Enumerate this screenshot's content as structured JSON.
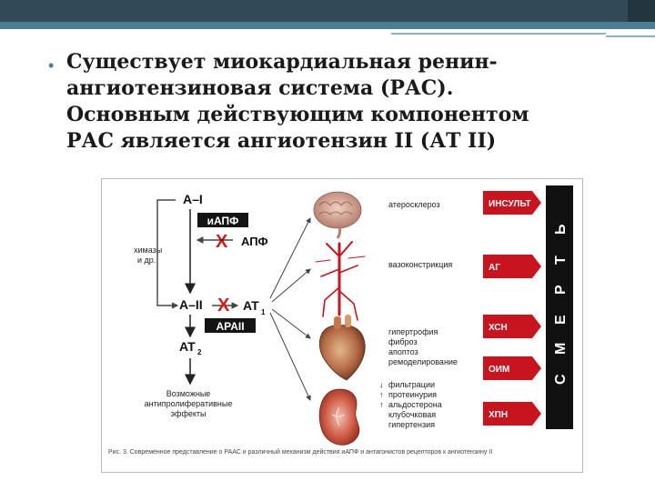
{
  "slide": {
    "bullet": "•",
    "lines": [
      "Существует миокардиальная ренин-",
      "ангиотензиновая система (РАС).",
      "Основным действующим компонентом",
      "РАС является ангиотензин II (АТ II)"
    ]
  },
  "figure": {
    "pathway": {
      "ai": "A–I",
      "iapf": "иАПФ",
      "x_mark": "X",
      "apf": "АПФ",
      "chymase": "химазы",
      "chymase2": "и др.",
      "aii": "A–II",
      "at1": "AT",
      "at1_sub": "1",
      "arall": "APAII",
      "at2": "AT",
      "at2_sub": "2",
      "effects": [
        "Возможные",
        "антипролиферативные",
        "эффекты"
      ]
    },
    "organs": [
      {
        "name": "brain",
        "effects": [
          "атеросклероз"
        ],
        "outcome": "ИНСУЛЬТ"
      },
      {
        "name": "vessels",
        "effects": [
          "вазоконстрикция"
        ],
        "outcome": "АГ"
      },
      {
        "name": "heart",
        "effects": [
          "гипертрофия",
          "фиброз",
          "апоптоз",
          "ремоделирование"
        ],
        "outcomes": [
          "ХСН",
          "ОИМ"
        ]
      },
      {
        "name": "kidney",
        "effects": [
          "фильтрации",
          "протеинурия",
          "альдостерона",
          "клубочковая",
          "гипертензия"
        ],
        "effect_arrows": [
          "↓",
          "↑",
          "↑"
        ],
        "outcome": "ХПН"
      }
    ],
    "death_letters": [
      "С",
      "М",
      "Е",
      "Р",
      "Т",
      "Ь"
    ],
    "caption": "Рис. 3. Современное представление о РААС и различный механизм действия иАПФ и антагонистов рецепторов к ангиотензину II",
    "colors": {
      "arrow_box": "#c8141e",
      "death_bar": "#111111",
      "x_mark": "#d41a1a",
      "label_box": "#141414"
    }
  }
}
